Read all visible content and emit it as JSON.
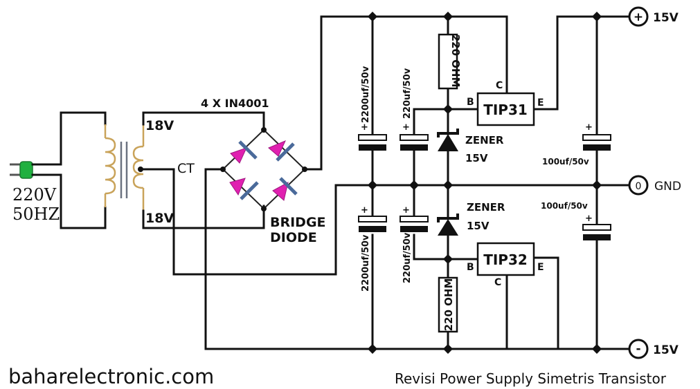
{
  "title": "Revisi Power Supply Simetris Transistor",
  "website": "baharelectronic.com",
  "input": {
    "voltage": "220V",
    "frequency": "50HZ"
  },
  "transformer": {
    "top_tap": "18V",
    "center_tap": "CT",
    "bottom_tap": "18V"
  },
  "bridge": {
    "part": "4 X IN4001",
    "label_line1": "BRIDGE",
    "label_line2": "DIODE"
  },
  "filter_caps": {
    "main": "2200uf/50v",
    "secondary": "220uf/50v",
    "output": "100uf/50v"
  },
  "resistors": {
    "value": "220 OHM"
  },
  "zener": {
    "label": "ZENER",
    "voltage": "15V"
  },
  "transistors": {
    "positive": {
      "name": "TIP31",
      "base": "B",
      "collector": "C",
      "emitter": "E"
    },
    "negative": {
      "name": "TIP32",
      "base": "B",
      "collector": "C",
      "emitter": "E"
    }
  },
  "outputs": {
    "positive": {
      "symbol": "+",
      "label": "15V"
    },
    "ground": {
      "symbol": "0",
      "label": "GND"
    },
    "negative": {
      "symbol": "-",
      "label": "15V"
    }
  },
  "plus_sign": "+"
}
